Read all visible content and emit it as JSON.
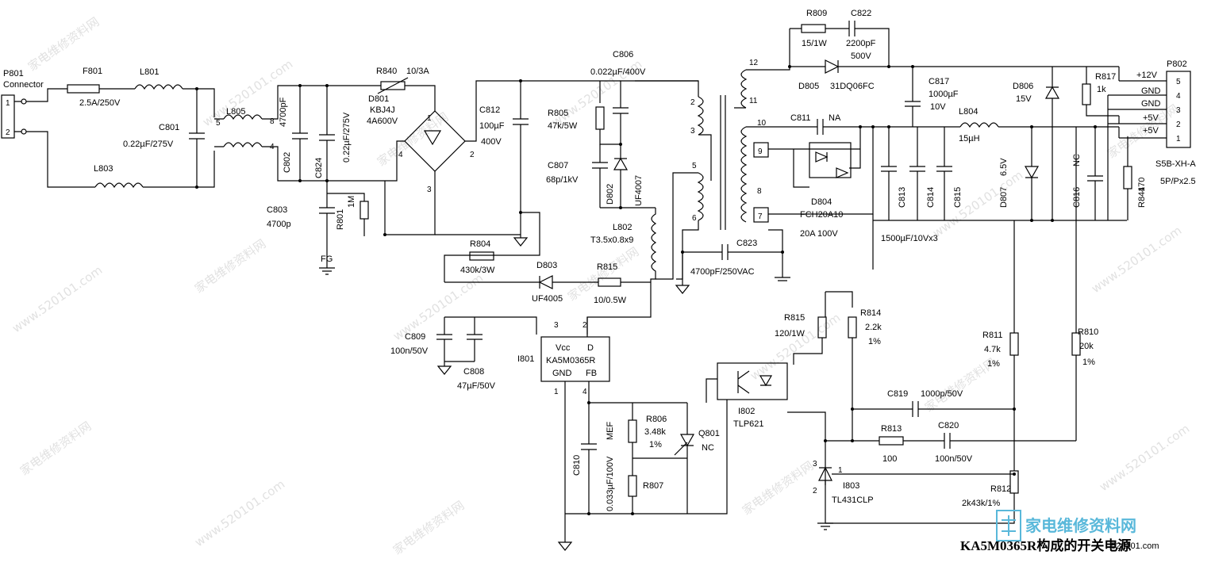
{
  "title": "KA5M0365R构成的开关电源",
  "watermark": {
    "site": "www.520101.com",
    "name": "家电维修资料网"
  },
  "logo": {
    "text": "家电维修资料网",
    "subtext": "520101.com"
  },
  "labels": {
    "p801": "P801",
    "connector": "Connector",
    "pin1": "1",
    "pin2": "2",
    "f801": "F801",
    "f801_val": "2.5A/250V",
    "l801": "L801",
    "c801": "C801",
    "c801_val": "0.22µF/275V",
    "l803": "L803",
    "l805": "L805",
    "l805_p5": "5",
    "l805_p8": "8",
    "l805_p4": "4",
    "c802_val": "4700pF",
    "c802": "C802",
    "c824": "C824",
    "c824_val": "0.22µF/275V",
    "c803": "C803",
    "c803_val": "4700p",
    "r801": "R801",
    "r801_val": "1M",
    "fg": "FG",
    "r840": "R840",
    "r840_val": "10/3A",
    "d801": "D801",
    "d801_type": "KBJ4J",
    "d801_rating": "4A600V",
    "bridge_p1": "1",
    "bridge_p2": "2",
    "bridge_p3": "3",
    "bridge_p4": "4",
    "c806": "C806",
    "c806_val": "0.022µF/400V",
    "c812": "C812",
    "c812_val": "100µF",
    "c812_v": "400V",
    "r805": "R805",
    "r805_val": "47k/5W",
    "c807": "C807",
    "c807_val": "68p/1kV",
    "d802": "D802",
    "d802_type": "UF4007",
    "l802": "L802",
    "l802_val": "T3.5x0.8x9",
    "r804": "R804",
    "r804_val": "430k/3W",
    "d803": "D803",
    "d803_type": "UF4005",
    "r815a": "R815",
    "r815a_val": "10/0.5W",
    "c809": "C809",
    "c809_val": "100n/50V",
    "c808": "C808",
    "c808_val": "47µF/50V",
    "i801": "I801",
    "ic_name": "KA5M0365R",
    "ic_vcc": "Vcc",
    "ic_d": "D",
    "ic_gnd": "GND",
    "ic_fb": "FB",
    "ic_p1": "1",
    "ic_p2": "2",
    "ic_p3": "3",
    "ic_p4": "4",
    "c810": "C810",
    "c810_val": "0.033µF/100V",
    "mef": "MEF",
    "r806": "R806",
    "r806_val": "3.48k",
    "r806_tol": "1%",
    "q801": "Q801",
    "q801_val": "NC",
    "r807": "R807",
    "t12": "12",
    "t11": "11",
    "t10": "10",
    "t9": "9",
    "t8": "8",
    "t7": "7",
    "t2": "2",
    "t3": "3",
    "t5": "5",
    "t6": "6",
    "r809": "R809",
    "r809_val": "15/1W",
    "c822": "C822",
    "c822_val": "2200pF",
    "c822_v": "500V",
    "d805": "D805",
    "d805_type": "31DQ06FC",
    "c811": "C811",
    "c811_val": "NA",
    "d804": "D804",
    "d804_type": "FCH20A10",
    "d804_rating": "20A  100V",
    "c823": "C823",
    "c823_val": "4700pF/250VAC",
    "c817": "C817",
    "c817_val": "1000µF",
    "c817_v": "10V",
    "l804": "L804",
    "l804_val": "15µH",
    "c813": "C813",
    "c814": "C814",
    "c815": "C815",
    "bank_val": "1500µF/10Vx3",
    "d807": "D807",
    "d807_val": "6.5V",
    "d806": "D806",
    "d806_val": "15V",
    "c816": "C816",
    "c816_val": "NC",
    "r817": "R817",
    "r817_val": "1k",
    "r841": "R841",
    "r841_val": "470",
    "p802": "P802",
    "conn_p5": "5",
    "conn_p4": "4",
    "conn_p3": "3",
    "conn_p2": "2",
    "conn_p1": "1",
    "v12": "+12V",
    "gnd1": "GND",
    "gnd2": "GND",
    "v5a": "+5V",
    "v5b": "+5V",
    "conn_type": "S5B-XH-A",
    "conn_pitch": "5P/Px2.5",
    "r815b": "R815",
    "r815b_val": "120/1W",
    "r814": "R814",
    "r814_val": "2.2k",
    "r814_tol": "1%",
    "i802": "I802",
    "i802_type": "TLP621",
    "c819": "C819",
    "c819_val": "1000p/50V",
    "r813": "R813",
    "r813_val": "100",
    "c820": "C820",
    "c820_val": "100n/50V",
    "i803": "I803",
    "i803_type": "TL431CLP",
    "i803_p1": "1",
    "i803_p2": "2",
    "i803_p3": "3",
    "r811": "R811",
    "r811_val": "4.7k",
    "r811_tol": "1%",
    "r810": "R810",
    "r810_val": "20k",
    "r810_tol": "1%",
    "r812": "R812",
    "r812_val": "2k43k/1%"
  }
}
